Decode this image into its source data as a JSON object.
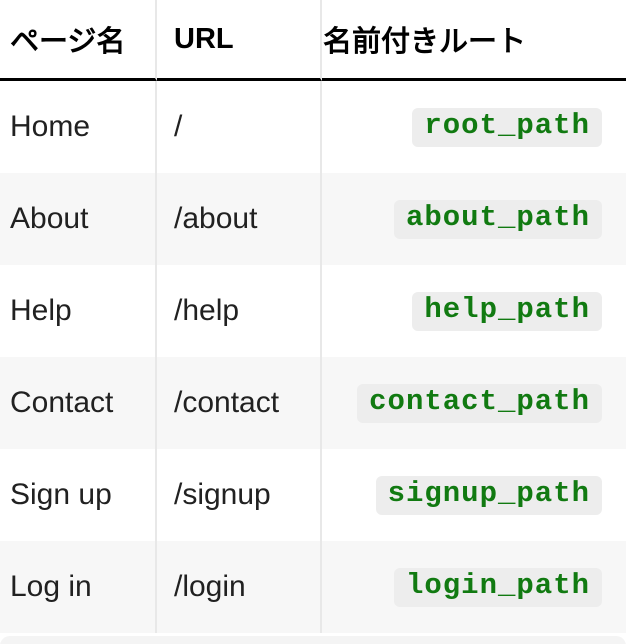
{
  "table": {
    "columns": [
      {
        "label": "ページ名"
      },
      {
        "label": "URL"
      },
      {
        "label": "名前付きルート"
      }
    ],
    "rows": [
      {
        "page": "Home",
        "url": "/",
        "route": "root_path"
      },
      {
        "page": "About",
        "url": "/about",
        "route": "about_path"
      },
      {
        "page": "Help",
        "url": "/help",
        "route": "help_path"
      },
      {
        "page": "Contact",
        "url": "/contact",
        "route": "contact_path"
      },
      {
        "page": "Sign up",
        "url": "/signup",
        "route": "signup_path"
      },
      {
        "page": "Log in",
        "url": "/login",
        "route": "login_path"
      }
    ]
  },
  "colors": {
    "header_border": "#000000",
    "row_stripe": "#f7f7f7",
    "column_separator": "#e8e8e8",
    "code_text_green": "#117a11",
    "code_chip_background": "#ededed",
    "body_text": "#212121",
    "code_block_background": "#f4f4f4"
  }
}
